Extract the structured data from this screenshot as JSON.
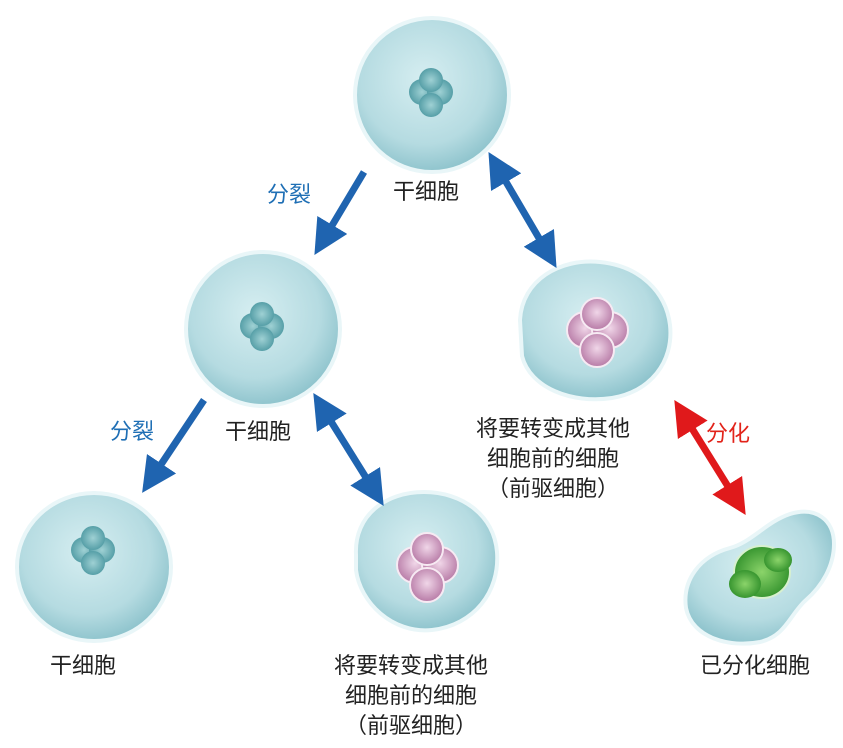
{
  "colors": {
    "arrow_blue": "#1f64b0",
    "arrow_red": "#e0191b",
    "cell_fill": "#b9dde3",
    "nucleus_stem": "#6fb3b9",
    "nucleus_progenitor": "#d8a7c9",
    "nucleus_differentiated": "#58b84a"
  },
  "labels": {
    "stem_top": "干细胞",
    "stem_mid": "干细胞",
    "stem_bottom": "干细胞",
    "progenitor_right": "将要转变成其他\n细胞前的细胞\n（前驱细胞）",
    "progenitor_bottom": "将要转变成其他\n细胞前的细胞\n（前驱细胞）",
    "differentiated": "已分化细胞",
    "divide_1": "分裂",
    "divide_2": "分裂",
    "differentiate": "分化"
  }
}
